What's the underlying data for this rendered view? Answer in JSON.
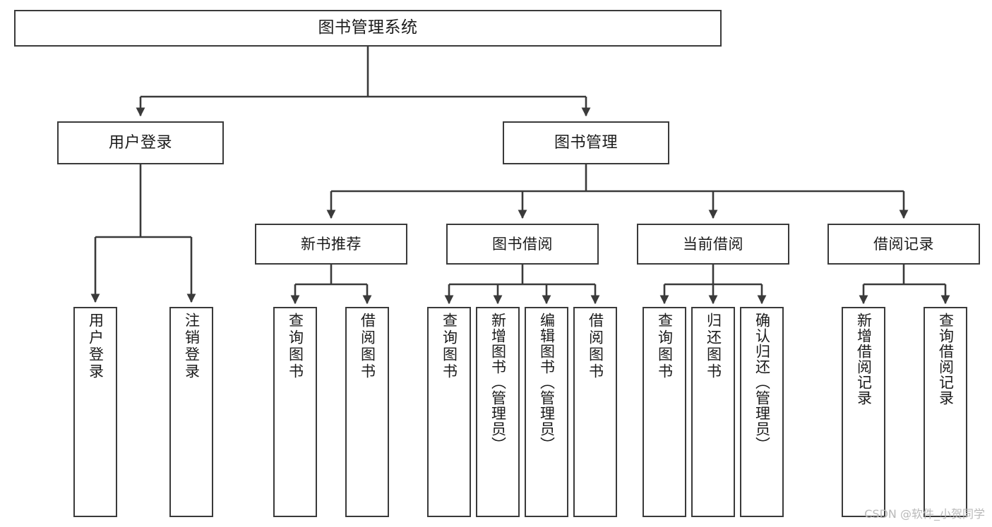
{
  "diagram": {
    "title": "图书管理系统",
    "type": "tree-hierarchy",
    "stroke_color": "#3a3a3a",
    "text_color": "#1b1b1b",
    "background_color": "#ffffff"
  },
  "watermark": {
    "text": "CSDN @软件_小贺同学",
    "color": "#b9b9b9"
  },
  "nodes": {
    "root": {
      "label": "图书管理系统"
    },
    "level1": [
      {
        "label": "用户登录"
      },
      {
        "label": "图书管理"
      }
    ],
    "level2": [
      {
        "label": "新书推荐"
      },
      {
        "label": "图书借阅"
      },
      {
        "label": "当前借阅"
      },
      {
        "label": "借阅记录"
      }
    ],
    "leaves": {
      "user_login": [
        {
          "label": "用户登录"
        },
        {
          "label": "注销登录"
        }
      ],
      "new_book": [
        {
          "label": "查询图书"
        },
        {
          "label": "借阅图书"
        }
      ],
      "book_borrow": [
        {
          "label": "查询图书"
        },
        {
          "label": "新增图书（管理员）"
        },
        {
          "label": "编辑图书（管理员）"
        },
        {
          "label": "借阅图书"
        }
      ],
      "current_borrow": [
        {
          "label": "查询图书"
        },
        {
          "label": "归还图书"
        },
        {
          "label": "确认归还（管理员）"
        }
      ],
      "borrow_record": [
        {
          "label": "新增借阅记录"
        },
        {
          "label": "查询借阅记录"
        }
      ]
    }
  }
}
